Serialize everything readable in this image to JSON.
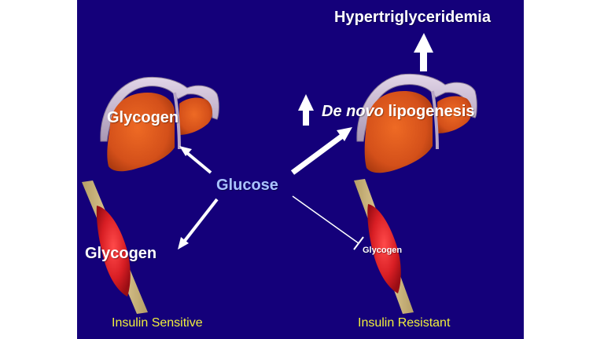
{
  "slide": {
    "background_color": "#14007a",
    "labels": {
      "left_liver": "Glycogen",
      "left_muscle": "Glycogen",
      "right_muscle": "Glycogen",
      "glucose": "Glucose",
      "hypertriglyceridemia": "Hypertriglyceridemia",
      "de_novo_italic": "De novo",
      "lipogenesis": " lipogenesis",
      "insulin_sensitive": "Insulin Sensitive",
      "insulin_resistant": "Insulin Resistant"
    },
    "colors": {
      "label_white": "#ffffff",
      "glucose_text": "#a9c3ff",
      "caption_yellow": "#f0ef3c",
      "liver_orange": "#d8561a",
      "muscle_red": "#e0262a",
      "tendon_tan": "#cdb77e",
      "capsule_lilac": "#c6b2cf"
    },
    "arrows": [
      {
        "from": "Glucose",
        "to": "Liver glycogen (insulin sensitive)",
        "type": "stimulate"
      },
      {
        "from": "Glucose",
        "to": "Muscle glycogen (insulin sensitive)",
        "type": "stimulate"
      },
      {
        "from": "Glucose",
        "to": "Liver de novo lipogenesis (insulin resistant)",
        "type": "stimulate-thick"
      },
      {
        "from": "Glucose",
        "to": "Muscle glycogen (insulin resistant)",
        "type": "inhibit"
      },
      {
        "from": "Liver (insulin resistant)",
        "to": "Hypertriglyceridemia",
        "type": "increase"
      },
      {
        "from": "",
        "to": "De novo lipogenesis",
        "type": "increase"
      }
    ]
  }
}
